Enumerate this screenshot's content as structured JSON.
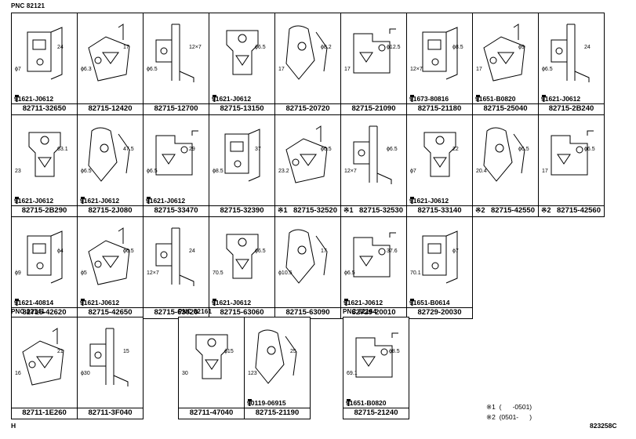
{
  "sections": [
    {
      "pnc": "PNC 82121",
      "cells": [
        {
          "part": "82711-32650",
          "bolt": "91621-J0612",
          "dims": [
            "24",
            "ϕ7"
          ]
        },
        {
          "part": "82715-12420",
          "dims": [
            "17",
            "ϕ6.3"
          ]
        },
        {
          "part": "82715-12700",
          "dims": [
            "12×7",
            "ϕ6.5"
          ]
        },
        {
          "part": "82715-13150",
          "bolt": "91621-J0612",
          "dims": [
            "ϕ6.5"
          ]
        },
        {
          "part": "82715-20720",
          "dims": [
            "ϕ8.2",
            "17"
          ]
        },
        {
          "part": "82715-21090",
          "dims": [
            "ϕ12.5",
            "17"
          ]
        },
        {
          "part": "82715-21180",
          "bolt": "91673-80816",
          "dims": [
            "ϕ8.5",
            "12×7"
          ]
        },
        {
          "part": "82715-25040",
          "bolt": "91651-B0820",
          "dims": [
            "ϕ9",
            "17"
          ]
        },
        {
          "part": "82715-2B240",
          "bolt": "91621-J0612",
          "dims": [
            "24",
            "ϕ6.5"
          ]
        },
        {
          "part": "82715-2B290",
          "bolt": "91621-J0612",
          "dims": [
            "63.1",
            "23"
          ]
        },
        {
          "part": "82715-2J080",
          "bolt": "91621-J0612",
          "dims": [
            "47.5",
            "ϕ6.5"
          ]
        },
        {
          "part": "82715-33470",
          "bolt": "91621-J0612",
          "dims": [
            "29",
            "ϕ6.5"
          ]
        },
        {
          "part": "82715-32390",
          "dims": [
            "37",
            "ϕ8.5"
          ]
        },
        {
          "part": "82715-32520",
          "mark": "※1",
          "dims": [
            "ϕ6.5",
            "23.2"
          ]
        },
        {
          "part": "82715-32530",
          "mark": "※1",
          "dims": [
            "ϕ6.5",
            "12×7"
          ]
        },
        {
          "part": "82715-33140",
          "bolt": "91621-J0612",
          "dims": [
            "22",
            "ϕ7"
          ]
        },
        {
          "part": "82715-42550",
          "mark": "※2",
          "dims": [
            "ϕ6.5",
            "20.4"
          ]
        },
        {
          "part": "82715-42560",
          "mark": "※2",
          "dims": [
            "ϕ6.5",
            "17"
          ]
        },
        {
          "part": "82715-42620",
          "bolt": "91621-40814",
          "dims": [
            "ϕ4",
            "ϕ9"
          ]
        },
        {
          "part": "82715-42650",
          "bolt": "91621-J0612",
          "dims": [
            "ϕ6.5",
            "ϕ5"
          ]
        },
        {
          "part": "82715-63020",
          "dims": [
            "24",
            "12×7"
          ]
        },
        {
          "part": "82715-63060",
          "bolt": "91621-J0612",
          "dims": [
            "ϕ6.5",
            "70.5"
          ]
        },
        {
          "part": "82715-63090",
          "dims": [
            "17",
            "ϕ10.5"
          ]
        },
        {
          "part": "82729-20010",
          "bolt": "91621-J0612",
          "dims": [
            "37.6",
            "ϕ6.5"
          ]
        },
        {
          "part": "82729-20030",
          "bolt": "91651-B0614",
          "dims": [
            "ϕ7",
            "70.1"
          ]
        }
      ]
    },
    {
      "pnc": "PNC 82141",
      "cells": [
        {
          "part": "82711-1E260",
          "dims": [
            "21",
            "16"
          ]
        },
        {
          "part": "82711-3F040",
          "dims": [
            "15",
            "ϕ30"
          ]
        }
      ]
    },
    {
      "pnc": "PNC 82161",
      "cells": [
        {
          "part": "82711-47040",
          "dims": [
            "ϕ15",
            "30"
          ]
        },
        {
          "part": "82715-21190",
          "bolt": "90119-06915",
          "dims": [
            "25",
            "123"
          ]
        }
      ]
    },
    {
      "pnc": "PNC 82164",
      "cells": [
        {
          "part": "82715-21240",
          "bolt": "91651-B0820",
          "dims": [
            "ϕ8.5",
            "69.1"
          ]
        }
      ]
    }
  ],
  "footnotes": [
    "※1  (      -0501)",
    "※2  (0501-      )"
  ],
  "corner_left": "H",
  "ref_code": "823258C"
}
